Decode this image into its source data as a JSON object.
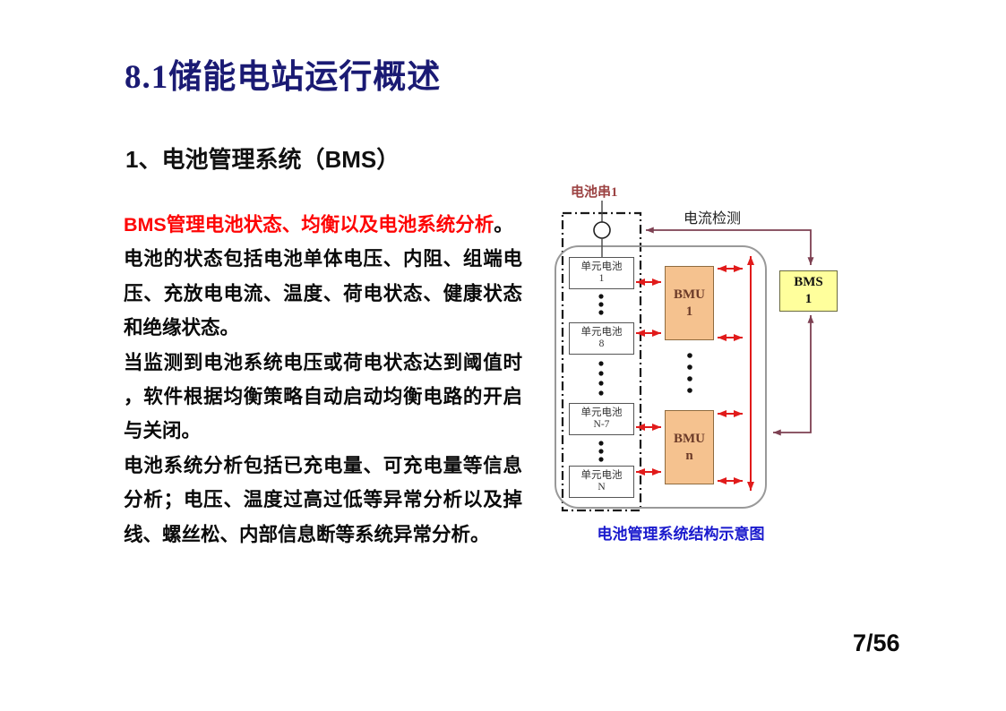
{
  "colors": {
    "title_navy": "#1a1a73",
    "highlight_red": "#fe0505",
    "caption_blue": "#1a1acd",
    "maroon_line": "#7d4052",
    "arrow_red": "#e11b1b",
    "bmu_fill": "#f5c28f",
    "bms_fill": "#ffff9c",
    "string_label_red": "#9c4343"
  },
  "slide": {
    "title": "8.1储能电站运行概述",
    "subtitle": "1、电池管理系统（BMS）",
    "page_number": "7/56",
    "paragraphs": {
      "p1_red": "BMS管理电池状态、均衡以及电池系统分析",
      "p1_tail": "。",
      "p2": "电池的状态包括电池单体电压、内阻、组端电压、充放电电流、温度、荷电状态、健康状态和绝缘状态。",
      "p3": "当监测到电池系统电压或荷电状态达到阈值时，软件根据均衡策略自动启动均衡电路的开启与关闭。",
      "p4": "电池系统分析包括已充电量、可充电量等信息分析；电压、温度过高过低等异常分析以及掉线、螺丝松、内部信息断等系统异常分析。"
    }
  },
  "diagram": {
    "battery_string_label": "电池串1",
    "current_detection_label": "电流检测",
    "caption": "电池管理系统结构示意图",
    "unit_cells": [
      {
        "label": "单元电池",
        "num": "1"
      },
      {
        "label": "单元电池",
        "num": "8"
      },
      {
        "label": "单元电池",
        "num": "N-7"
      },
      {
        "label": "单元电池",
        "num": "N"
      }
    ],
    "bmu_units": [
      {
        "label": "BMU",
        "num": "1"
      },
      {
        "label": "BMU",
        "num": "n"
      }
    ],
    "bms": {
      "label": "BMS",
      "num": "1"
    }
  }
}
